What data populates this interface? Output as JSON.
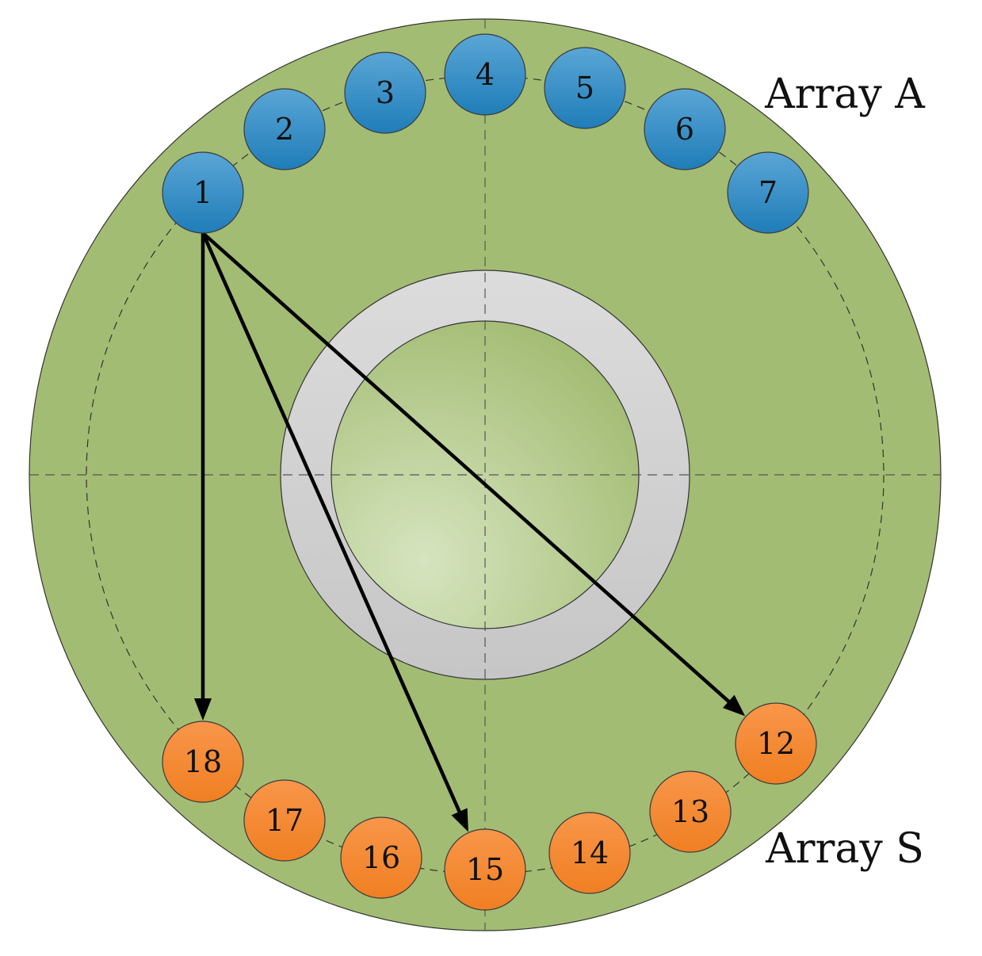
{
  "labels": {
    "array_a": "Array A",
    "array_s": "Array S"
  },
  "colors": {
    "disk": "#a3bc73",
    "array_a": "#2e8cc4",
    "array_s": "#f58a30",
    "ring": "#d0d0d0",
    "arrow": "#000000"
  },
  "array_a": [
    "1",
    "2",
    "3",
    "4",
    "5",
    "6",
    "7"
  ],
  "array_s": [
    "12",
    "13",
    "14",
    "15",
    "16",
    "17",
    "18"
  ],
  "connections": [
    {
      "from": "1",
      "to": "18"
    },
    {
      "from": "1",
      "to": "15"
    },
    {
      "from": "1",
      "to": "12"
    }
  ]
}
